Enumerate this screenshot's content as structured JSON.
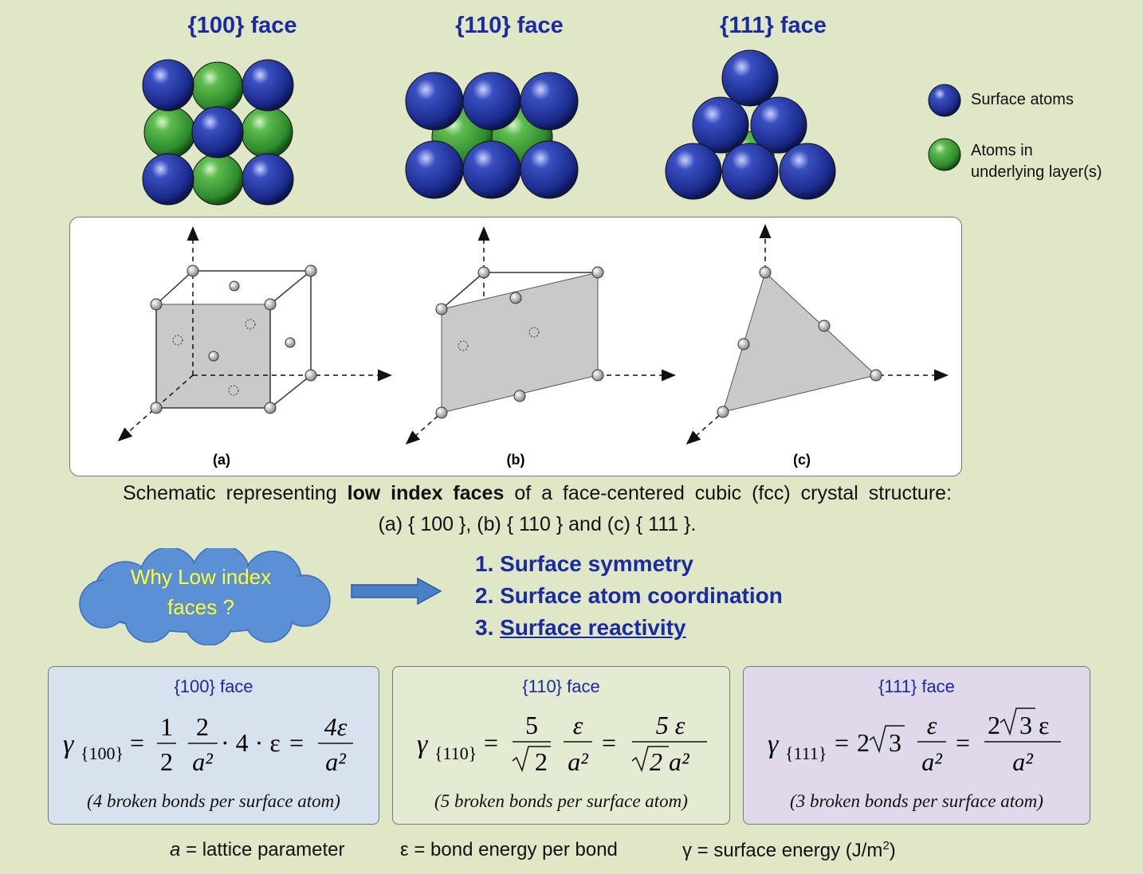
{
  "faces": {
    "f100": "{100} face",
    "f110": "{110} face",
    "f111": "{111} face"
  },
  "legend": {
    "surface": "Surface atoms",
    "underlying_line1": "Atoms in",
    "underlying_line2": "underlying layer(s)"
  },
  "colors": {
    "surface_atom": "#1f2f9a",
    "underlying_atom": "#3a9a3a",
    "face_title": "#1a2aa0",
    "cloud": "#5b8fd6",
    "cloud_text": "#ffff33",
    "box100": "#d8e2ee",
    "box110": "#e3ecd3",
    "box111": "#e0d9ec"
  },
  "diagram": {
    "label_a": "(a)",
    "label_b": "(b)",
    "label_c": "(c)"
  },
  "caption": {
    "pre": "Schematic representing",
    "bold": "low index faces",
    "post": "of a face-centered cubic (fcc) crystal structure:",
    "line2": "(a) { 100 },   (b) { 110 } and  (c) { 111 }."
  },
  "cloud": {
    "line1": "Why Low index",
    "line2": "faces ?"
  },
  "reasons": {
    "r1": "1. Surface symmetry",
    "r2": "2. Surface atom coordination",
    "r3_num": "3.",
    "r3_text": "Surface reactivity"
  },
  "boxes": {
    "b100": {
      "title": "{100} face",
      "note": "(4 broken bonds per surface atom)"
    },
    "b110": {
      "title": "{110} face",
      "note": "(5 broken bonds per surface atom)"
    },
    "b111": {
      "title": "{111} face",
      "note": "(3 broken bonds per surface atom)"
    }
  },
  "formulas": {
    "gamma": "γ",
    "sub100": "{100}",
    "sub110": "{110}",
    "sub111": "{111}",
    "eq": "=",
    "one": "1",
    "two": "2",
    "four_eps": "4ε",
    "dot4dot": "· 4 · ε",
    "a2": "a²",
    "five": "5",
    "five_eps": "5 ε",
    "eps": "ε",
    "sqrt2": "2",
    "sqrt2a2": "2 a²",
    "two_pre": "2",
    "three": "3",
    "two_sqrt3_num_pre": "2",
    "three_eps": "3 ε"
  },
  "bottom": {
    "a": "a",
    "a_def": " = lattice parameter",
    "eps": "ε = bond energy per bond",
    "gamma": "γ = surface energy (J/m",
    "gamma_sup": "2",
    "gamma_end": ")"
  }
}
